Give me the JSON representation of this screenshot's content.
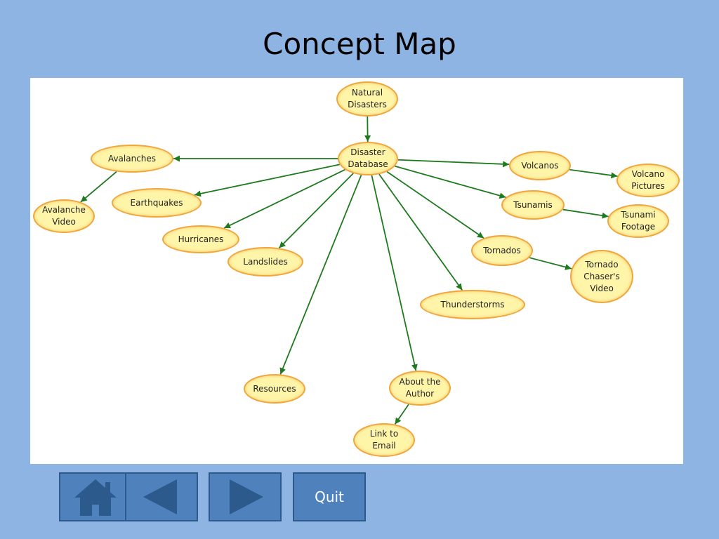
{
  "slide": {
    "title": "Concept Map"
  },
  "concept_map": {
    "nodes": [
      {
        "id": "natural-disasters",
        "label": "Natural\nDisasters"
      },
      {
        "id": "disaster-database",
        "label": "Disaster\nDatabase"
      },
      {
        "id": "avalanches",
        "label": "Avalanches"
      },
      {
        "id": "avalanche-video",
        "label": "Avalanche\nVideo"
      },
      {
        "id": "earthquakes",
        "label": "Earthquakes"
      },
      {
        "id": "hurricanes",
        "label": "Hurricanes"
      },
      {
        "id": "landslides",
        "label": "Landslides"
      },
      {
        "id": "volcanos",
        "label": "Volcanos"
      },
      {
        "id": "volcano-pictures",
        "label": "Volcano\nPictures"
      },
      {
        "id": "tsunamis",
        "label": "Tsunamis"
      },
      {
        "id": "tsunami-footage",
        "label": "Tsunami\nFootage"
      },
      {
        "id": "tornados",
        "label": "Tornados"
      },
      {
        "id": "tornado-chasers-video",
        "label": "Tornado\nChaser's\nVideo"
      },
      {
        "id": "thunderstorms",
        "label": "Thunderstorms"
      },
      {
        "id": "resources",
        "label": "Resources"
      },
      {
        "id": "about-the-author",
        "label": "About the\nAuthor"
      },
      {
        "id": "link-to-email",
        "label": "Link to\nEmail"
      }
    ],
    "edges": [
      {
        "from": "natural-disasters",
        "to": "disaster-database"
      },
      {
        "from": "disaster-database",
        "to": "avalanches"
      },
      {
        "from": "avalanches",
        "to": "avalanche-video"
      },
      {
        "from": "disaster-database",
        "to": "earthquakes"
      },
      {
        "from": "disaster-database",
        "to": "hurricanes"
      },
      {
        "from": "disaster-database",
        "to": "landslides"
      },
      {
        "from": "disaster-database",
        "to": "volcanos"
      },
      {
        "from": "volcanos",
        "to": "volcano-pictures"
      },
      {
        "from": "disaster-database",
        "to": "tsunamis"
      },
      {
        "from": "tsunamis",
        "to": "tsunami-footage"
      },
      {
        "from": "disaster-database",
        "to": "tornados"
      },
      {
        "from": "tornados",
        "to": "tornado-chasers-video"
      },
      {
        "from": "disaster-database",
        "to": "thunderstorms"
      },
      {
        "from": "disaster-database",
        "to": "resources"
      },
      {
        "from": "disaster-database",
        "to": "about-the-author"
      },
      {
        "from": "about-the-author",
        "to": "link-to-email"
      }
    ]
  },
  "nav": {
    "home_icon": "home-icon",
    "back_icon": "left-arrow-icon",
    "forward_icon": "right-arrow-icon",
    "quit_label": "Quit"
  },
  "colors": {
    "background": "#8eb4e3",
    "node_fill": "#fff5a8",
    "node_border": "#f0a63c",
    "edge": "#1f7a1f",
    "button": "#4f81bd"
  }
}
